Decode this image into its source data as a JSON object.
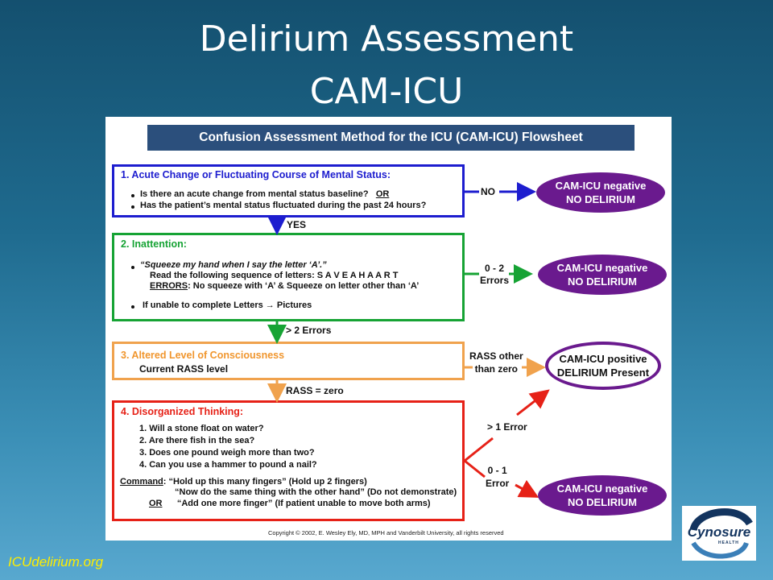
{
  "slide": {
    "title_line1": "Delirium Assessment",
    "title_line2": "CAM-ICU",
    "footer_site": "ICUdelirium.org",
    "logo_word": "Cynosure",
    "logo_sub": "HEALTH"
  },
  "flowsheet": {
    "header": "Confusion Assessment Method for the ICU (CAM-ICU) Flowsheet",
    "step1": {
      "title": "1. Acute Change or Fluctuating Course of Mental Status:",
      "bullet1": "Is there an acute change from mental status baseline?",
      "bullet1_or": "OR",
      "bullet2": "Has the patient’s mental status fluctuated during the past 24 hours?"
    },
    "step2": {
      "title": "2. Inattention:",
      "bullet1": "“Squeeze my hand when I say the letter ‘A’.”",
      "line2": "Read the following sequence of letters: S A V E A H A A R T",
      "errors_label": "ERRORS",
      "errors_text": ": No squeeze with ‘A’ & Squeeze on letter other than ‘A’",
      "bullet2": "If unable to complete Letters → Pictures"
    },
    "step3": {
      "title": "3. Altered Level of Consciousness",
      "line": "Current RASS level"
    },
    "step4": {
      "title": "4. Disorganized Thinking:",
      "q1": "1. Will a stone float on water?",
      "q2": "2. Are there fish in the sea?",
      "q3": "3. Does one pound weigh more than two?",
      "q4": "4. Can you use a hammer to pound a nail?",
      "command_label": "Command",
      "command_text": ":  “Hold up this many fingers” (Hold up 2 fingers)",
      "command_line2": "“Now do the same thing with the other hand” (Do not demonstrate)",
      "or_label": "OR",
      "or_text": "“Add one more finger” (If patient unable to move both arms)"
    },
    "connectors": {
      "no": "NO",
      "yes": "YES",
      "errors_0_2_line1": "0 - 2",
      "errors_0_2_line2": "Errors",
      "gt2_errors": "> 2 Errors",
      "rass_other_line1": "RASS other",
      "rass_other_line2": "than zero",
      "rass_zero": "RASS = zero",
      "gt1_error": "> 1 Error",
      "err_0_1_line1": "0 - 1",
      "err_0_1_line2": "Error"
    },
    "outcomes": {
      "negative_line1": "CAM-ICU negative",
      "negative_line2": "NO DELIRIUM",
      "positive_line1": "CAM-ICU positive",
      "positive_line2": "DELIRIUM Present"
    },
    "copyright": "Copyright © 2002, E. Wesley Ely, MD, MPH and Vanderbilt University, all rights reserved"
  },
  "colors": {
    "step1": "#1d1dcf",
    "step2": "#16a334",
    "step3": "#f0a24d",
    "step4": "#e62117",
    "outcome": "#6a1a8e",
    "header_bg": "#2b4f7c"
  }
}
